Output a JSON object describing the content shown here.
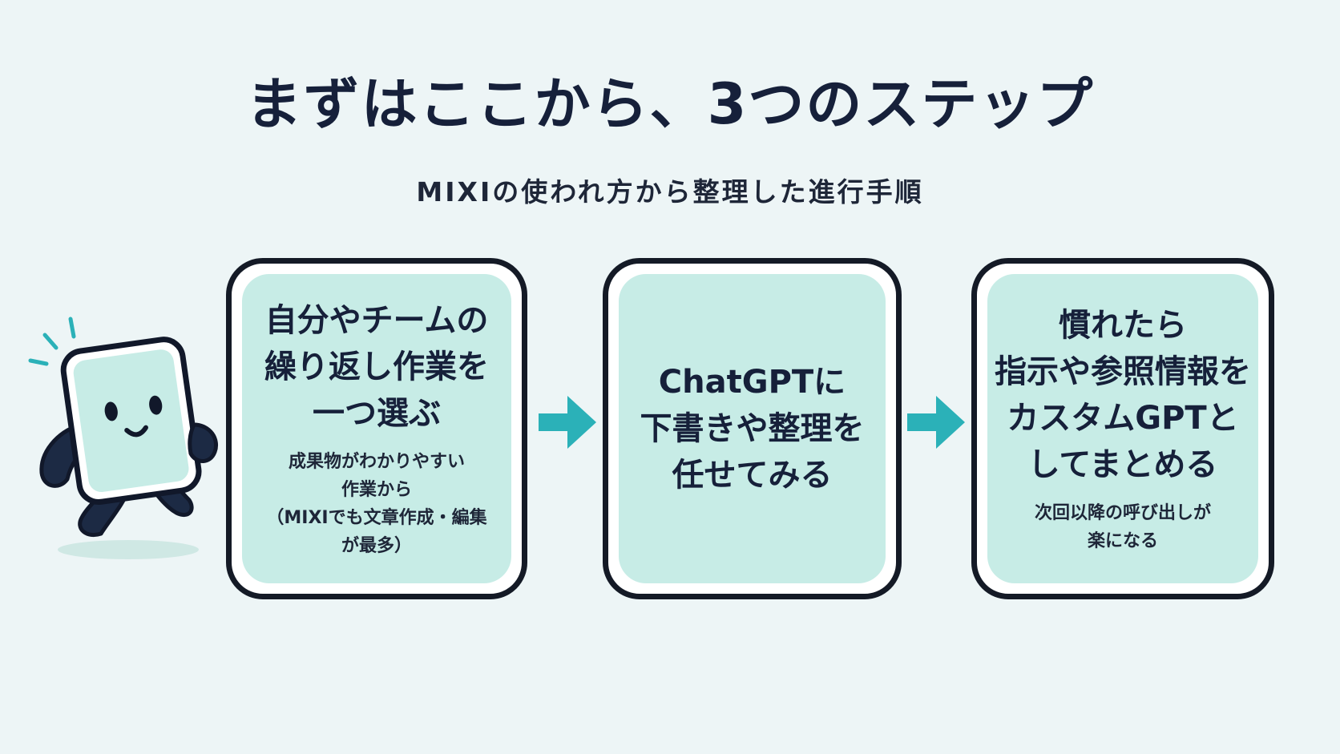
{
  "header": {
    "title": "まずはここから、3つのステップ",
    "subtitle": "MIXIの使われ方から整理した進行手順"
  },
  "steps": [
    {
      "main_lines": [
        "自分やチームの",
        "繰り返し作業を",
        "一つ選ぶ"
      ],
      "sub_lines": [
        "成果物がわかりやすい",
        "作業から",
        "（MIXIでも文章作成・編集",
        "が最多）"
      ]
    },
    {
      "main_lines": [
        "ChatGPTに",
        "下書きや整理を",
        "任せてみる"
      ],
      "sub_lines": []
    },
    {
      "main_lines": [
        "慣れたら",
        "指示や参照情報を",
        "カスタムGPTと",
        "してまとめる"
      ],
      "sub_lines": [
        "次回以降の呼び出しが",
        "楽になる"
      ]
    }
  ],
  "colors": {
    "background": "#edf5f6",
    "card_fill": "#c7ece6",
    "card_border": "#141a26",
    "arrow": "#2bb1b8",
    "text": "#16203a",
    "mascot_body": "#c7ece6",
    "mascot_limbs": "#1c2a44"
  },
  "icons": {
    "arrow": "right-arrow-icon",
    "mascot": "walking-document-mascot"
  }
}
